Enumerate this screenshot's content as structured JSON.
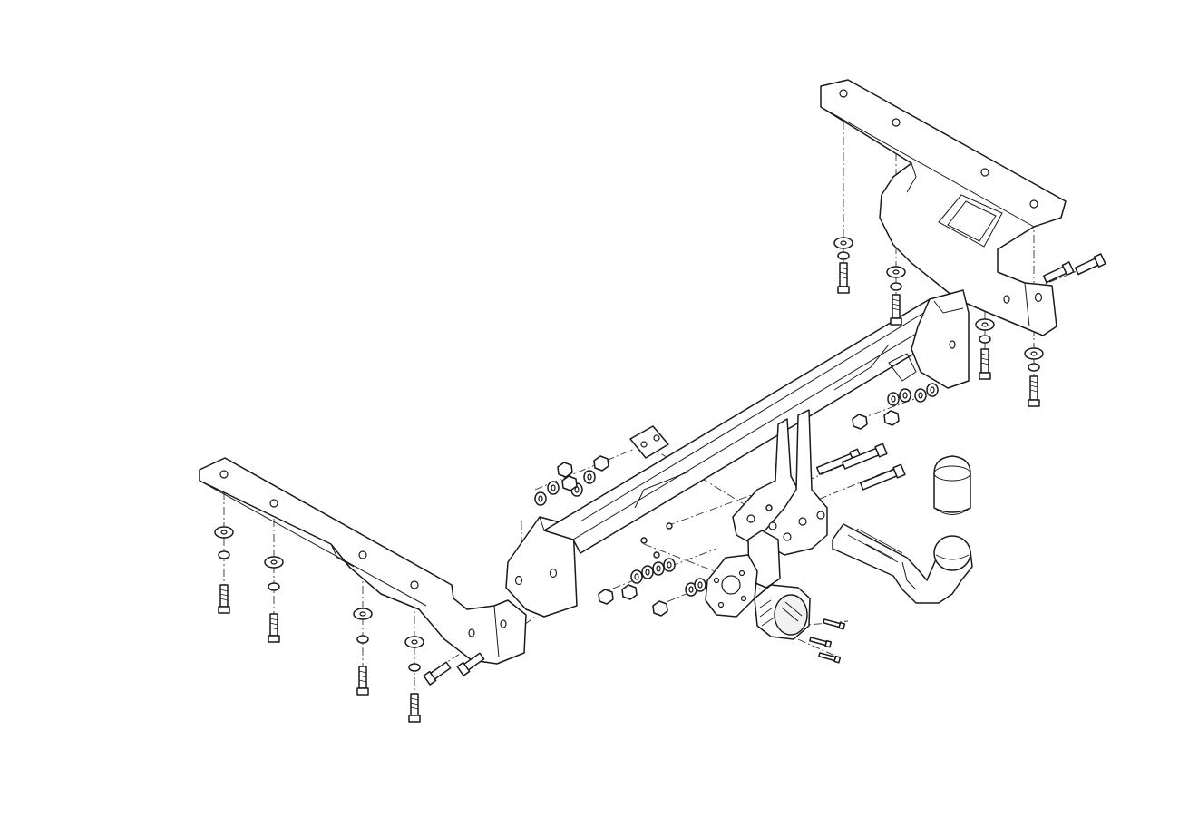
{
  "diagram": {
    "kind": "exploded-assembly",
    "components": [
      "left-side-bracket",
      "right-side-bracket",
      "main-crossbar",
      "tow-ball-neck",
      "ball-cover-cap",
      "socket-plate",
      "electrical-socket",
      "bolt-set",
      "washer-set",
      "nut-set"
    ]
  },
  "colors": {
    "line": "#1a1a1a",
    "background": "#ffffff",
    "axis": "#333333"
  }
}
